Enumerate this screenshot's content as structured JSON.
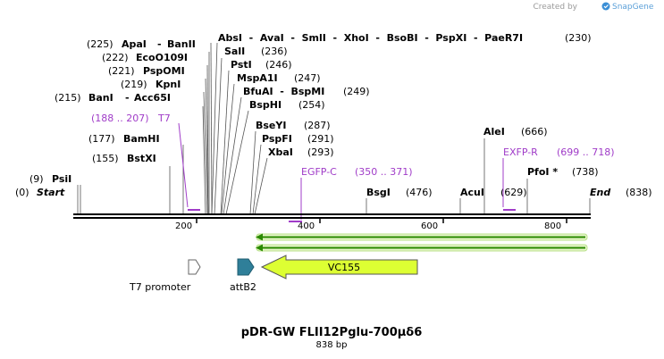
{
  "credit": {
    "text": "Created by",
    "brand": "SnapGene"
  },
  "map": {
    "title": "pDR-GW FLII12Pglu-700μδ6",
    "length_label": "838 bp",
    "ticks": [
      "200",
      "400",
      "600",
      "800"
    ]
  },
  "sites": {
    "left_group": [
      {
        "pos": "(225)",
        "a": "ApaI",
        "b": "BanII"
      },
      {
        "pos": "(222)",
        "a": "EcoO109I"
      },
      {
        "pos": "(221)",
        "a": "PspOMI"
      },
      {
        "pos": "(219)",
        "a": "KpnI"
      },
      {
        "pos": "(215)",
        "a": "BanI",
        "b": "Acc65I"
      }
    ],
    "top_row": {
      "names": "AbsI  -  AvaI  -  SmlI  -  XhoI  -  BsoBI  -  PspXI  -  PaeR7I",
      "pos": "(230)"
    },
    "right_group": [
      {
        "name": "SalI",
        "pos": "(236)"
      },
      {
        "name": "PstI",
        "pos": "(246)"
      },
      {
        "name": "MspA1I",
        "pos": "(247)"
      },
      {
        "name": "BfuAI  -  BspMI",
        "pos": "(249)"
      },
      {
        "name": "BspHI",
        "pos": "(254)"
      },
      {
        "name": "BseYI",
        "pos": "(287)"
      },
      {
        "name": "PspFI",
        "pos": "(291)"
      },
      {
        "name": "XbaI",
        "pos": "(293)"
      }
    ],
    "bamhi": {
      "pos": "(177)",
      "name": "BamHI"
    },
    "bstxi": {
      "pos": "(155)",
      "name": "BstXI"
    },
    "psii": {
      "pos": "(9)",
      "name": "PsiI"
    },
    "start": {
      "pos": "(0)",
      "name": "Start"
    },
    "bsgi": {
      "name": "BsgI",
      "pos": "(476)"
    },
    "acui": {
      "name": "AcuI",
      "pos": "(629)"
    },
    "alei": {
      "name": "AleI",
      "pos": "(666)"
    },
    "pfoi": {
      "name": "PfoI *",
      "pos": "(738)"
    },
    "end": {
      "name": "End",
      "pos": "(838)"
    }
  },
  "primers": {
    "t7": {
      "range": "(188 .. 207)",
      "name": "T7"
    },
    "egfpc": {
      "name": "EGFP-C",
      "range": "(350 .. 371)"
    },
    "exfpr": {
      "name": "EXFP-R",
      "range": "(699 .. 718)"
    }
  },
  "features": {
    "t7_promoter": "T7 promoter",
    "attb2": "attB2",
    "vc155": "VC155"
  },
  "colors": {
    "primer": "#a03cc8",
    "vc155_fill": "#ddff33",
    "attb2_fill": "#2f7f99",
    "orf_green": "#2a8a00"
  }
}
